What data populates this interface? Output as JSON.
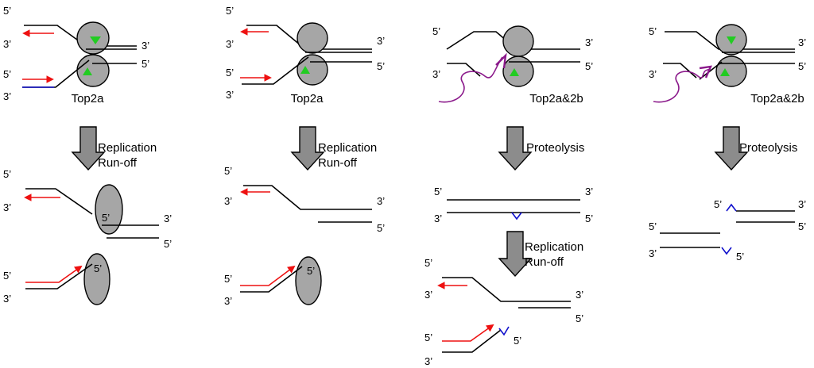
{
  "labels": {
    "p5": "5’",
    "p3": "3’"
  },
  "captions": {
    "top2a": "Top2a",
    "top2ab": "Top2a&2b"
  },
  "steps": {
    "replication_l1": "Replication",
    "replication_l2": "Run-off",
    "proteolysis": "Proteolysis"
  },
  "colors": {
    "protein": "#a6a6a6",
    "primer": "#ee1111",
    "tyrosine_marker": "#22cc22",
    "peptide": "#8b1a8b",
    "nick_marker": "#1111cc",
    "step_arrow": "#8c8c8c"
  }
}
